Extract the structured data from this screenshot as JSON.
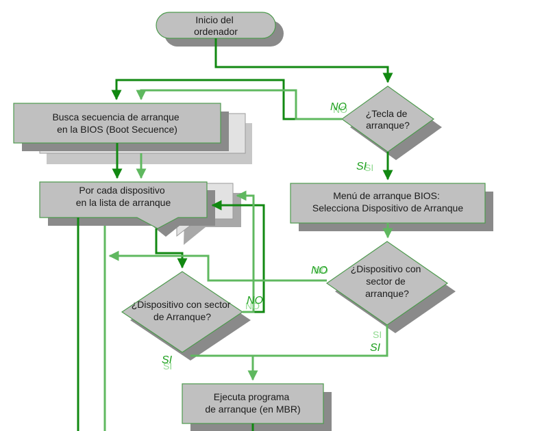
{
  "nodes": {
    "start": [
      "Inicio del",
      "ordenador"
    ],
    "busca": [
      "Busca secuencia de arranque",
      "en la BIOS (Boot Secuence)"
    ],
    "tecla": [
      "¿Tecla de",
      "arranque?"
    ],
    "menu": [
      "Menú de arranque BIOS:",
      "Selecciona Dispositivo de Arranque"
    ],
    "por_cada": [
      "Por cada dispositivo",
      "en la lista de arranque"
    ],
    "disp_sector_right": [
      "¿Dispositivo con",
      "sector de",
      "arranque?"
    ],
    "disp_sector_left": [
      "¿Dispositivo con sector",
      "de Arranque?"
    ],
    "ejecuta": [
      "Ejecuta programa",
      "de arranque (en MBR)"
    ]
  },
  "edge_labels": {
    "tecla_no": "NO",
    "tecla_si": "SI",
    "right_no": "NO",
    "right_si": "SI",
    "left_no": "NO",
    "left_si": "SI"
  },
  "colors": {
    "dark_green": "#118811",
    "light_green": "#5fb85f",
    "node_fill": "#c0c0c0",
    "shadow": "#8a8a8a"
  }
}
